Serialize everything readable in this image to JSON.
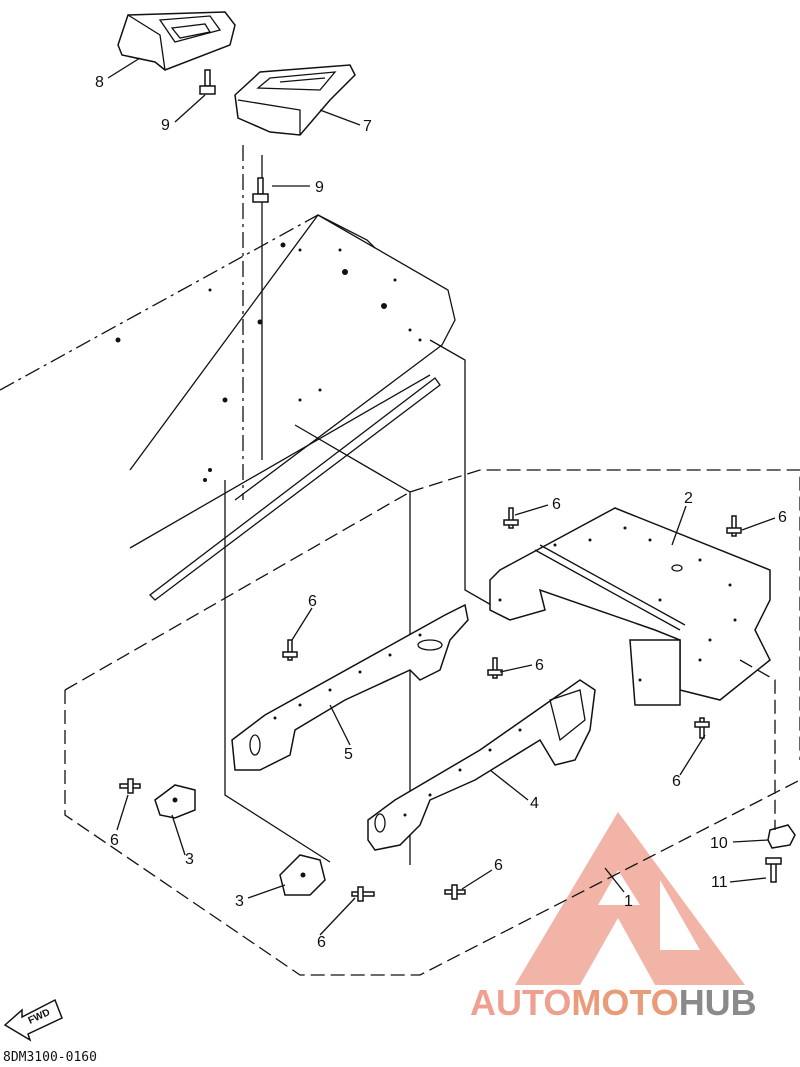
{
  "diagram": {
    "part_code": "8DM3100-0160",
    "fwd_label": "FWD",
    "callouts": [
      "1",
      "2",
      "3",
      "3",
      "4",
      "5",
      "6",
      "6",
      "6",
      "6",
      "6",
      "6",
      "6",
      "7",
      "8",
      "9",
      "9",
      "10",
      "11"
    ]
  },
  "watermark": {
    "word_a": "AUTO",
    "word_b": "MOTO",
    "word_c": "HUB",
    "colors": {
      "auto": "#f0a090",
      "moto": "#e89c7a",
      "hub": "#8a8a8a",
      "triangle": "#f2a79a"
    }
  }
}
